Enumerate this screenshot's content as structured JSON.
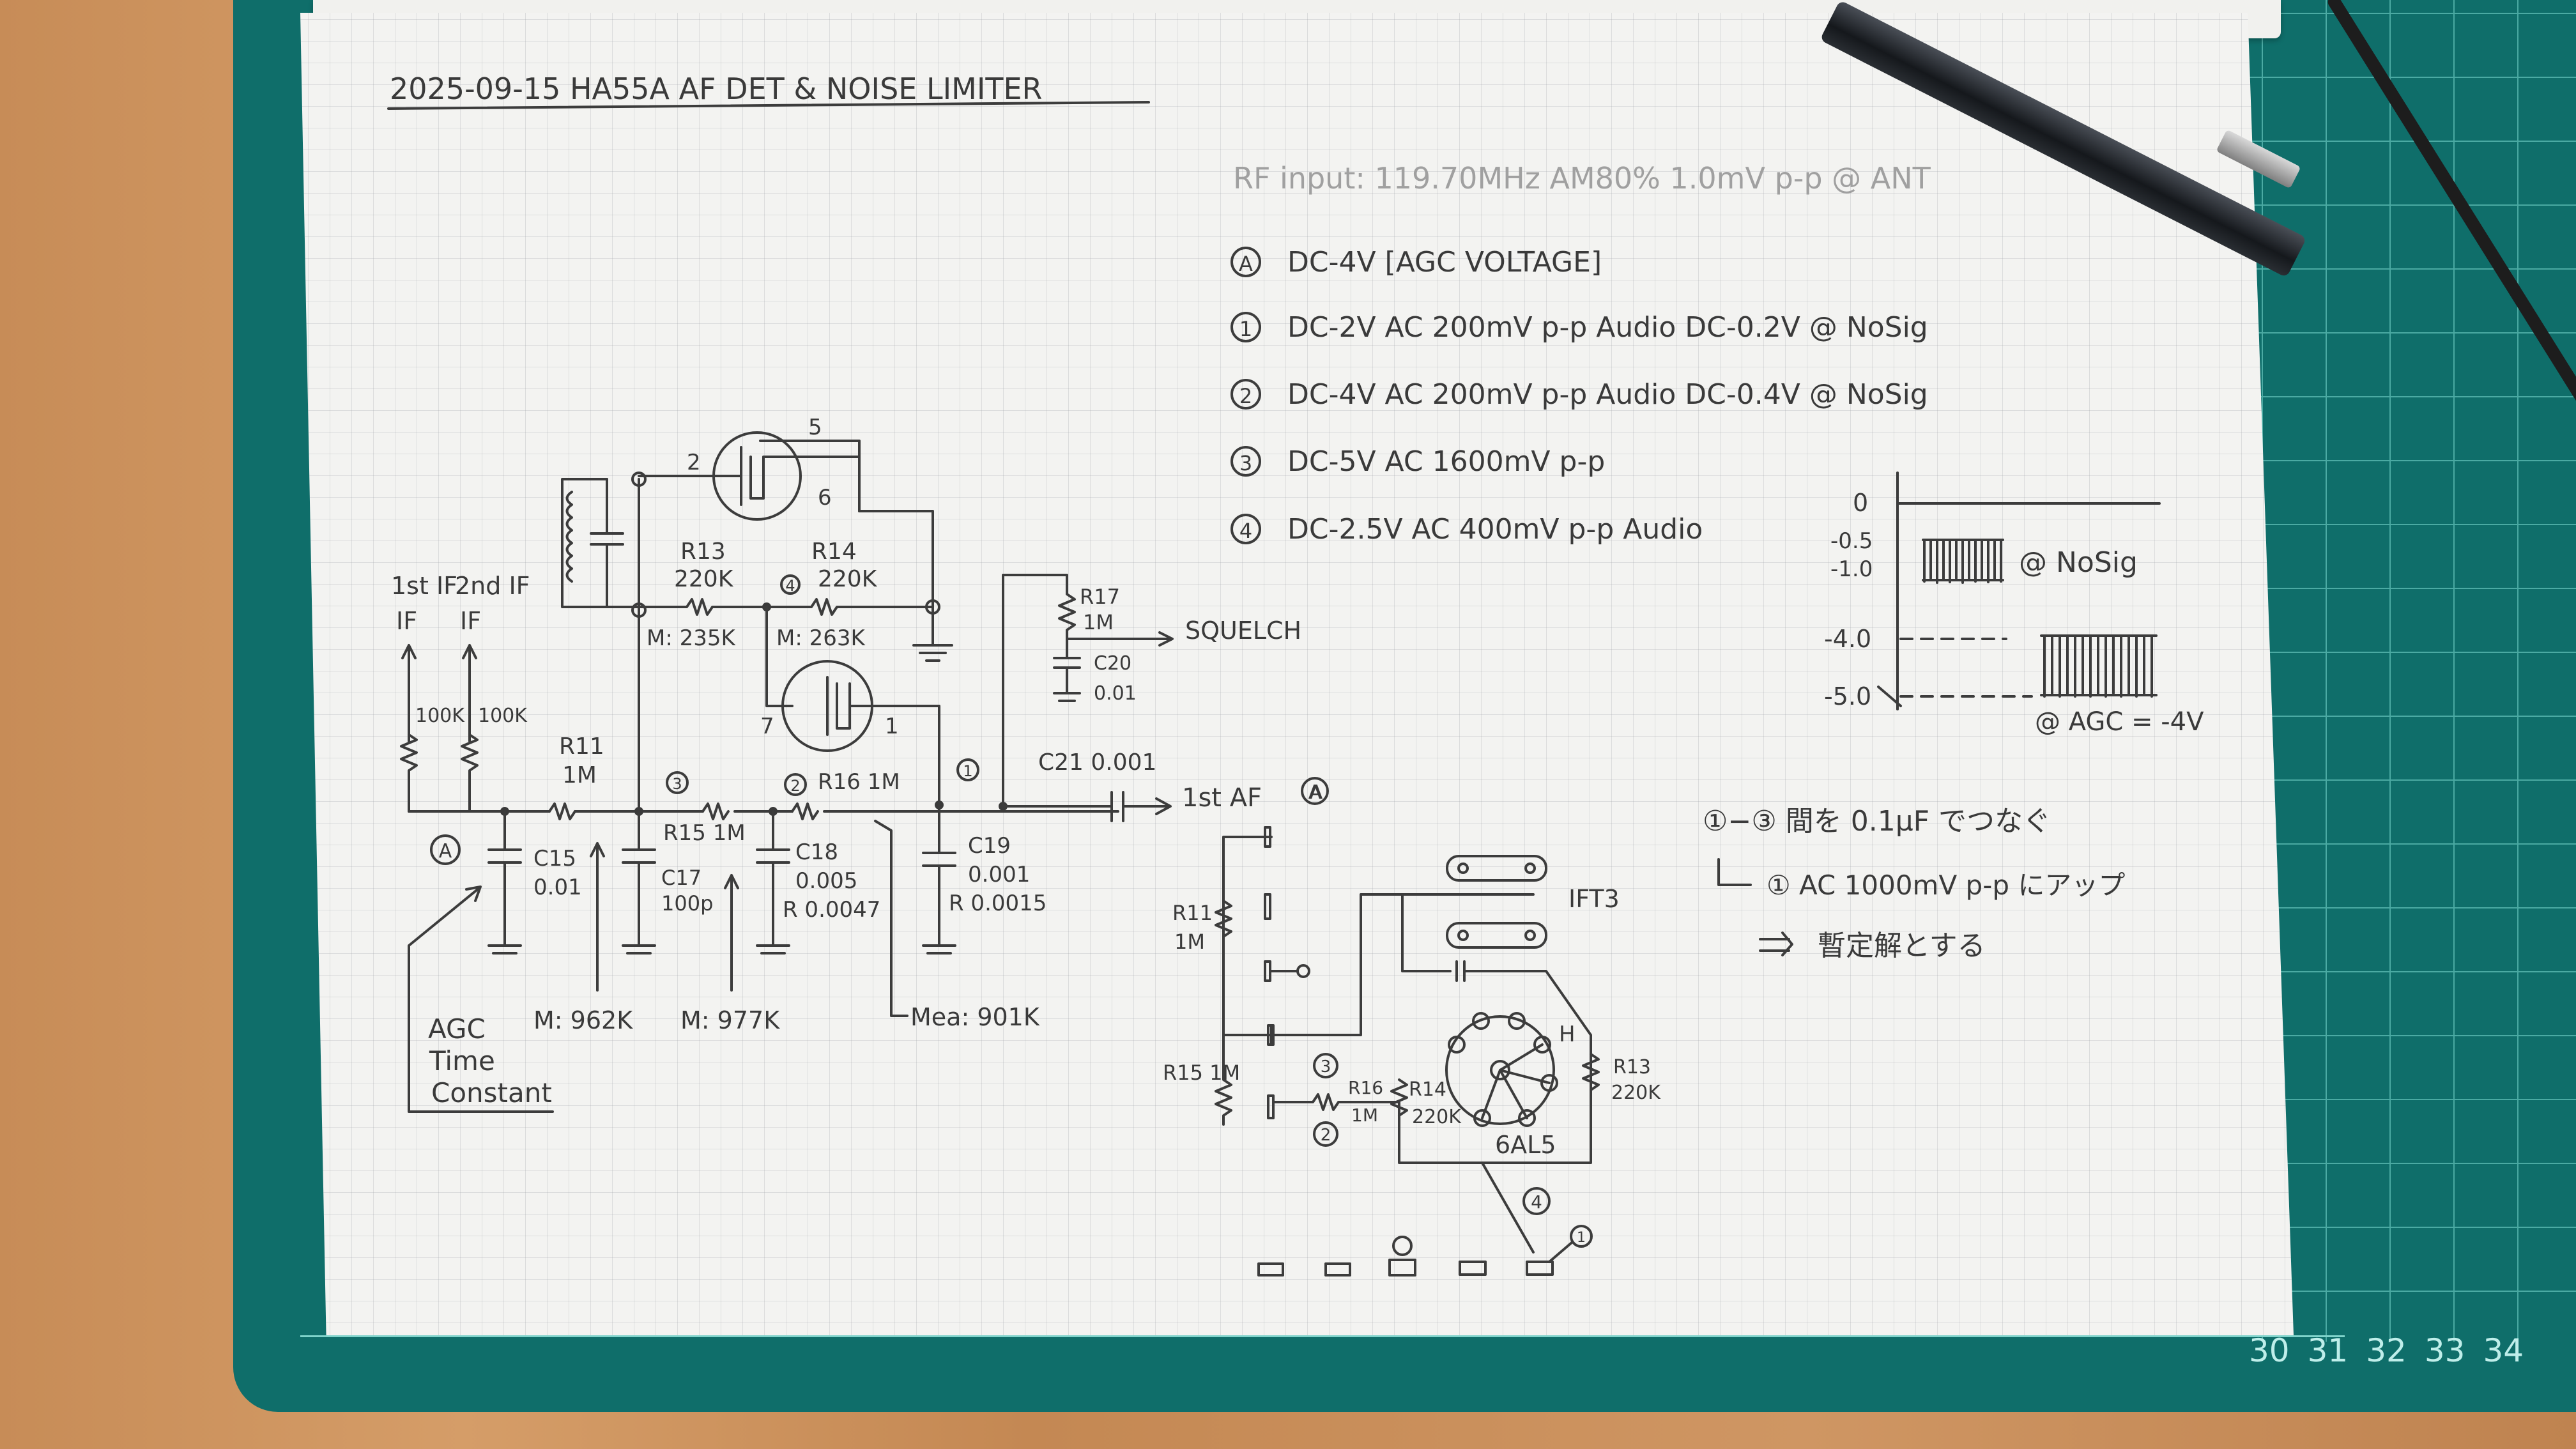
{
  "title": "2025-09-15   HA55A   AF DET & NOISE LIMITER",
  "rf_input": "RF input: 119.70MHz AM80% 1.0mV p-p @ ANT",
  "measurements": [
    {
      "marker": "A",
      "text": "DC-4V   [AGC VOLTAGE]"
    },
    {
      "marker": "1",
      "text": "DC-2V   AC 200mV p-p Audio     DC-0.2V @ NoSig"
    },
    {
      "marker": "2",
      "text": "DC-4V   AC 200mV p-p Audio     DC-0.4V @ NoSig"
    },
    {
      "marker": "3",
      "text": "DC-5V   AC 1600mV p-p"
    },
    {
      "marker": "4",
      "text": "DC-2.5V   AC 400mV p-p Audio"
    }
  ],
  "waveform": {
    "levels": [
      "0",
      "-0.5",
      "-1.0",
      "-4.0",
      "-5.0"
    ],
    "nosig_label": "@ NoSig",
    "agc_label": "@ AGC = -4V"
  },
  "notes": {
    "line1": "①−③ 間を 0.1μF でつなぐ",
    "line2": "① AC 1000mV p-p にアップ",
    "line3": "暫定解とする"
  },
  "schematic_left": {
    "if_labels": [
      "1st IF",
      "2nd IF"
    ],
    "if_resistors": [
      "100K",
      "100K"
    ],
    "pins": [
      "2",
      "5",
      "6",
      "7",
      "1"
    ],
    "r13": [
      "R13",
      "220K"
    ],
    "r14": [
      "R14",
      "220K"
    ],
    "m_r13": "M: 235K",
    "m_r14": "M: 263K",
    "r17": [
      "R17",
      "1M"
    ],
    "c20": [
      "C20",
      "0.01"
    ],
    "squelch": "SQUELCH",
    "r11": [
      "R11",
      "1M"
    ],
    "r15": "R15  1M",
    "r16": "R16  1M",
    "c21": "C21  0.001",
    "first_af": "1st AF",
    "c15": [
      "C15",
      "0.01"
    ],
    "c17": [
      "C17",
      "100p"
    ],
    "c18": [
      "C18",
      "0.005",
      "R 0.0047"
    ],
    "c19": [
      "C19",
      "0.001",
      "R 0.0015"
    ],
    "agc_tc": [
      "AGC",
      "Time",
      "Constant"
    ],
    "m_c15": "M: 962K",
    "m_c17": "M: 977K",
    "mea": "Mea: 901K",
    "markers": [
      "A",
      "3",
      "2",
      "1",
      "4"
    ]
  },
  "schematic_right": {
    "marker_a": "A",
    "r11": [
      "R11",
      "1M"
    ],
    "ift3": "IFT3",
    "r15": "R15  1M",
    "r16": [
      "R16",
      "1M"
    ],
    "r14": [
      "R14",
      "220K"
    ],
    "r13": [
      "R13",
      "220K"
    ],
    "tube": "6AL5",
    "pin_h": "H",
    "markers": [
      "3",
      "2",
      "4",
      "1"
    ]
  },
  "mat_numbers": [
    "30",
    "31",
    "32",
    "33",
    "34"
  ],
  "colors": {
    "mat": "#0f6e6a",
    "paper": "#f3f3f1",
    "ink": "#3c3c3c",
    "desk": "#c8915c"
  }
}
